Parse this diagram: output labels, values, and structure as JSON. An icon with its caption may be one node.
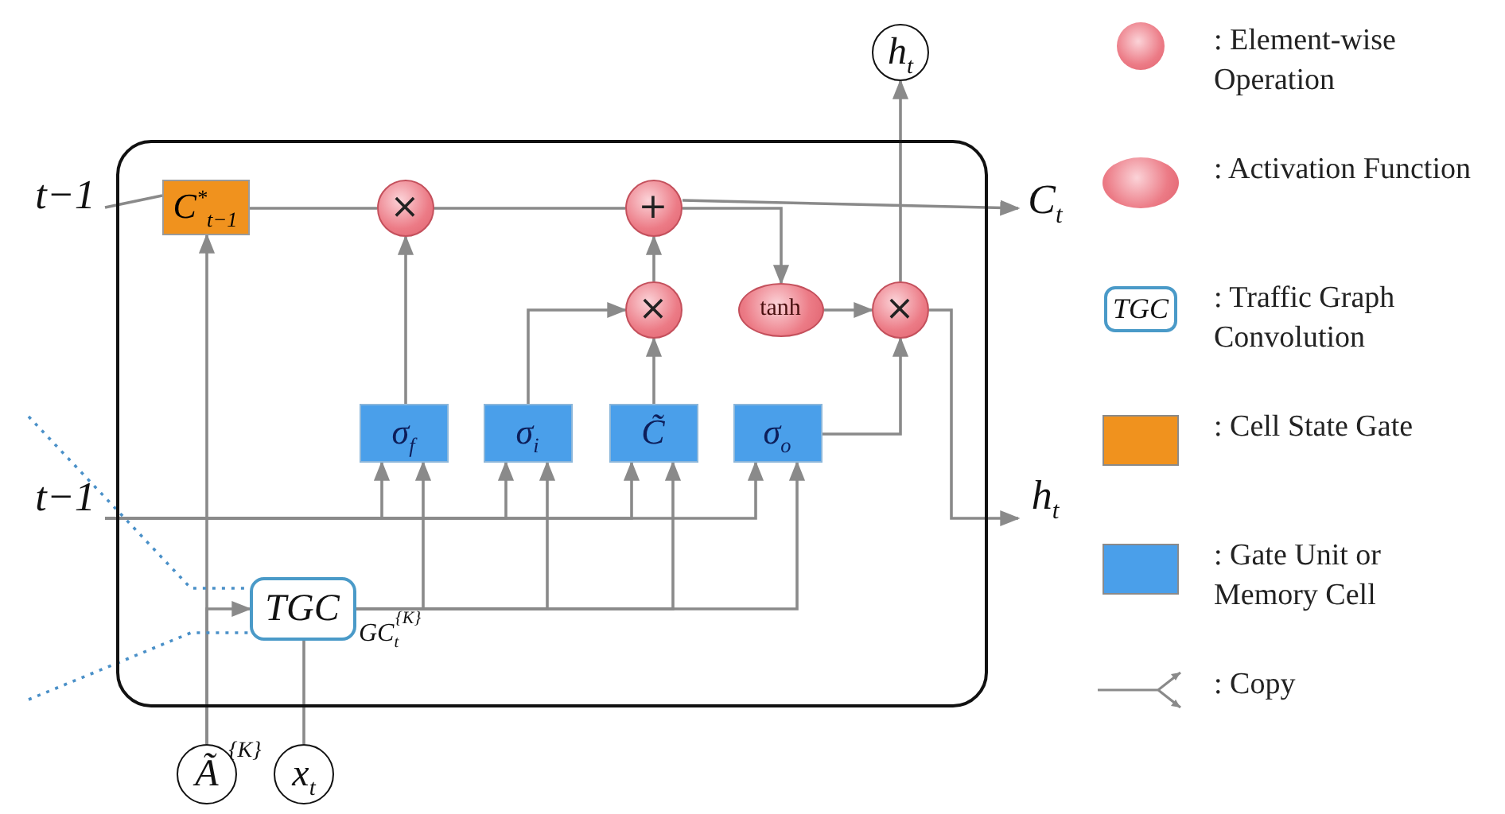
{
  "diagram": {
    "nodes": [
      {
        "text": [],
        "shape": "box"
      },
      {
        "text": [
          "C$^{*}$$_{t−1}$"
        ],
        "in": 0
      },
      {
        "text": [
          "×"
        ],
        "in": 0
      },
      {
        "text": [
          "+"
        ],
        "in": 0
      },
      {
        "text": [
          "×"
        ],
        "in": 0
      },
      {
        "text": [
          "tanh"
        ],
        "in": 0
      },
      {
        "text": [
          "×"
        ],
        "in": 0
      },
      {
        "text": [
          "σ$_{f}$"
        ],
        "in": 0
      },
      {
        "text": [
          "σ$_{i}$"
        ],
        "in": 0
      },
      {
        "text": [
          "C̃"
        ],
        "in": 0
      },
      {
        "text": [
          "σ$_{o}$"
        ],
        "in": 0
      },
      {
        "text": [
          "TGC"
        ],
        "in": 0,
        "beside": [
          "GC$_{t}$",
          "{K}"
        ]
      },
      {
        "text": [
          "h$_{t}$"
        ]
      },
      {
        "text": [
          "Ã"
        ],
        "beside": [
          "{K}"
        ]
      },
      {
        "text": [
          "x$_{t}$"
        ]
      },
      {
        "text": [
          "t−1"
        ]
      },
      {
        "text": [
          "t−1"
        ]
      },
      {
        "text": [
          "C$_{t}$"
        ]
      },
      {
        "text": [
          "h$_{t}$"
        ]
      }
    ],
    "edges": [
      {
        "from": 15,
        "to": 1,
        "arrow": "none"
      },
      {
        "from": 13,
        "to": 1,
        "arrow": "to"
      },
      {
        "from": 13,
        "to": 11,
        "arrow": "to"
      },
      {
        "from": 14,
        "to": 11,
        "arrow": "none"
      },
      {
        "from": 1,
        "to": 2,
        "arrow": "none"
      },
      {
        "from": 2,
        "to": 3,
        "arrow": "none"
      },
      {
        "from": 3,
        "to": 17,
        "arrow": "to"
      },
      {
        "from": 3,
        "to": 5,
        "arrow": "to"
      },
      {
        "from": 7,
        "to": 2,
        "arrow": "to"
      },
      {
        "from": 8,
        "to": 4,
        "arrow": "to"
      },
      {
        "from": 9,
        "to": 4,
        "arrow": "to"
      },
      {
        "from": 4,
        "to": 3,
        "arrow": "to"
      },
      {
        "from": 5,
        "to": 6,
        "arrow": "to"
      },
      {
        "from": 10,
        "to": 6,
        "arrow": "to"
      },
      {
        "from": 6,
        "to": 12,
        "arrow": "to"
      },
      {
        "from": 6,
        "to": 18,
        "arrow": "to"
      },
      {
        "from": 16,
        "to": 7,
        "arrow": "to"
      },
      {
        "from": 16,
        "to": 8,
        "arrow": "to"
      },
      {
        "from": 16,
        "to": 9,
        "arrow": "to"
      },
      {
        "from": 16,
        "to": 10,
        "arrow": "to"
      },
      {
        "from": 11,
        "to": 7,
        "arrow": "to"
      },
      {
        "from": 11,
        "to": 8,
        "arrow": "to"
      },
      {
        "from": 11,
        "to": 9,
        "arrow": "to"
      },
      {
        "from": 11,
        "to": 10,
        "arrow": "to"
      },
      {
        "from": null,
        "to": 11,
        "arrow": "none",
        "style": "dashed",
        "color": "#4a90c8"
      },
      {
        "from": null,
        "to": 11,
        "arrow": "none",
        "style": "dashed",
        "color": "#4a90c8"
      }
    ],
    "labels": [
      "TGC"
    ],
    "legend": [
      {
        "text": ": Element-wise Operation"
      },
      {
        "text": ": Activation Function"
      },
      {
        "text": ": Traffic Graph Convolution"
      },
      {
        "text": ": Cell State Gate",
        "color": "#f0921e"
      },
      {
        "text": ": Gate Unit or Memory Cell",
        "color": "#4a9fea"
      },
      {
        "text": ": Copy"
      }
    ]
  }
}
